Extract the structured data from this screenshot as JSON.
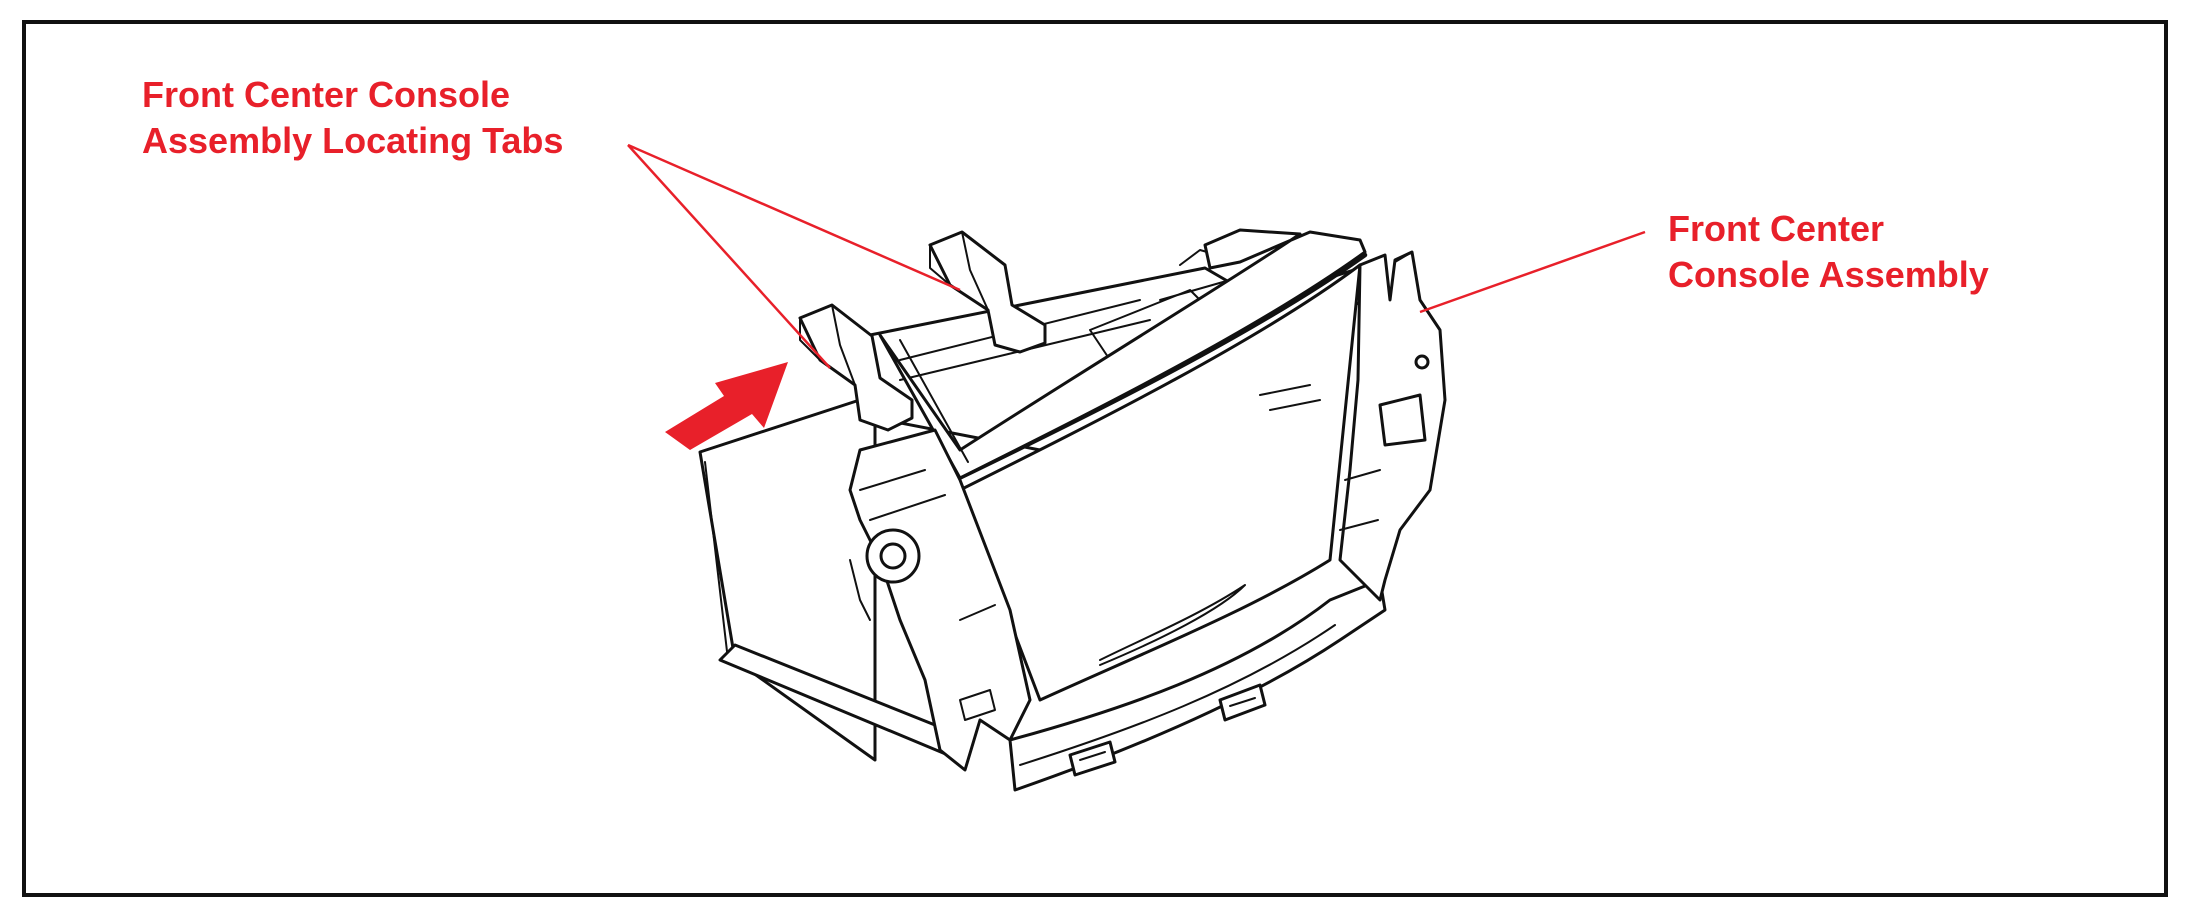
{
  "callouts": {
    "locating_tabs": {
      "line1": "Front Center Console",
      "line2": "Assembly Locating Tabs"
    },
    "console_assembly": {
      "line1": "Front Center",
      "line2": "Console Assembly"
    }
  },
  "colors": {
    "callout": "#e8202a",
    "linework": "#111111",
    "frame": "#111111",
    "background": "#ffffff"
  },
  "icons": {
    "direction_arrow": "arrow-right-up-icon"
  }
}
